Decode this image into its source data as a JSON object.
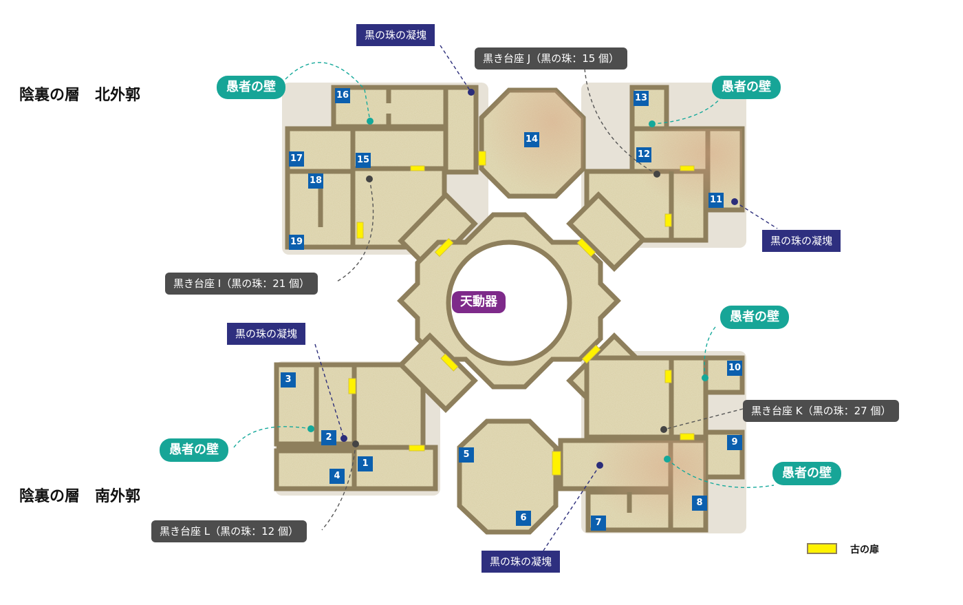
{
  "areas": {
    "north": "陰裏の層　北外郭",
    "south": "陰裏の層　南外郭"
  },
  "center_label": "天動器",
  "legend": {
    "door_label": "古の扉"
  },
  "rooms": [
    "1",
    "2",
    "3",
    "4",
    "5",
    "6",
    "7",
    "8",
    "9",
    "10",
    "11",
    "12",
    "13",
    "14",
    "15",
    "16",
    "17",
    "18",
    "19"
  ],
  "callouts": {
    "orb_cluster": "黒の珠の凝塊",
    "fool_wall": "愚者の壁",
    "pedestal_j": "黒き台座 J（黒の珠：15 個）",
    "pedestal_i": "黒き台座 I（黒の珠：21 個）",
    "pedestal_k": "黒き台座 K（黒の珠：27 個）",
    "pedestal_l": "黒き台座 L（黒の珠：12 個）"
  },
  "colors": {
    "room_fill": "#d9cfa6",
    "room_wall": "#8e7f5c",
    "door": "#fff200",
    "room_number": "#0b5fae",
    "orb_label": "#2e2f7f",
    "wall_label": "#17a597",
    "pedestal_label": "#4d4d4d",
    "center_label": "#7e2a8a"
  }
}
